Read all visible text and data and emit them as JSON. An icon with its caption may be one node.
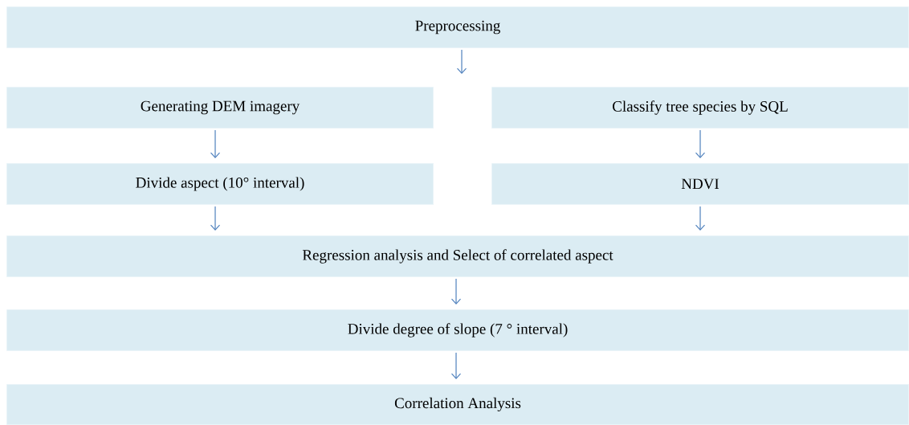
{
  "diagram": {
    "nodes": [
      {
        "text": [
          "Preprocessing"
        ]
      },
      {
        "text": [
          "Generating DEM imagery"
        ]
      },
      {
        "text": [
          "Classify tree species by SQL"
        ]
      },
      {
        "text": [
          "Divide aspect (10° interval)"
        ]
      },
      {
        "text": [
          "NDVI"
        ]
      },
      {
        "text": [
          "Regression analysis and Select of correlated aspect"
        ]
      },
      {
        "text": [
          "Divide degree of slope (7 ° interval)"
        ]
      },
      {
        "text": [
          "Correlation Analysis"
        ]
      }
    ],
    "edges": [
      {
        "from": 0,
        "to": null,
        "arrow": "to"
      },
      {
        "from": 1,
        "to": 3,
        "arrow": "to"
      },
      {
        "from": 2,
        "to": 4,
        "arrow": "to"
      },
      {
        "from": 3,
        "to": 5,
        "arrow": "to"
      },
      {
        "from": 4,
        "to": 5,
        "arrow": "to"
      },
      {
        "from": 5,
        "to": 6,
        "arrow": "to"
      },
      {
        "from": 6,
        "to": 7,
        "arrow": "to"
      }
    ]
  }
}
